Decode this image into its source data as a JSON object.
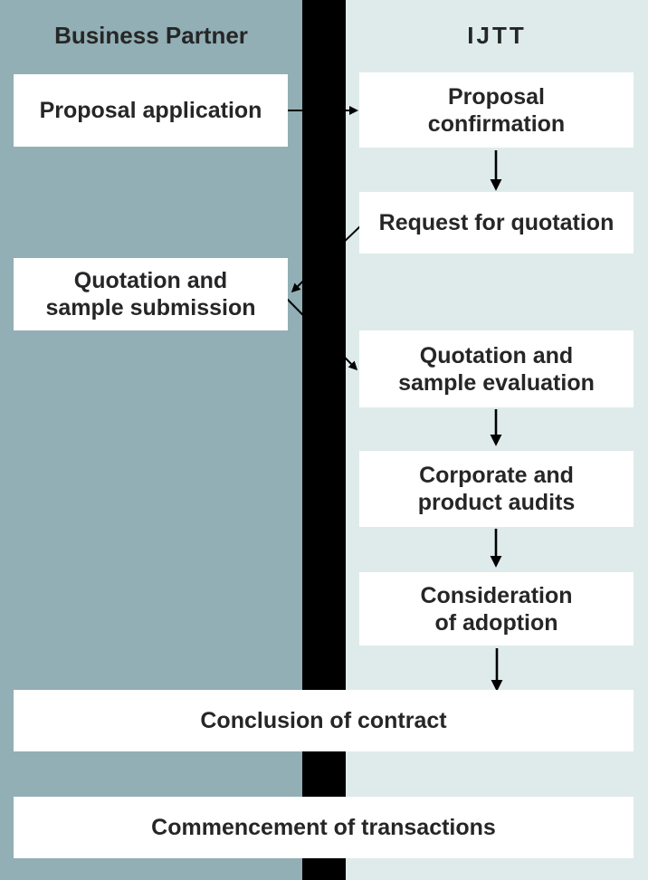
{
  "colors": {
    "left_bg": "#91AFB5",
    "right_bg": "#DFEBEB",
    "divider": "#000000",
    "box_bg": "#FFFFFF",
    "text": "#262626"
  },
  "header": {
    "left": "Business Partner",
    "right": "IJTT"
  },
  "flow": {
    "boxes": [
      {
        "key": "proposal-application",
        "lane": "business-partner",
        "lines": [
          "Proposal application"
        ]
      },
      {
        "key": "proposal-confirmation",
        "lane": "ijtt",
        "lines": [
          "Proposal",
          "confirmation"
        ]
      },
      {
        "key": "request-for-quotation",
        "lane": "ijtt",
        "lines": [
          "Request for quotation"
        ]
      },
      {
        "key": "quotation-sample-submission",
        "lane": "business-partner",
        "lines": [
          "Quotation and",
          "sample submission"
        ]
      },
      {
        "key": "quotation-sample-evaluation",
        "lane": "ijtt",
        "lines": [
          "Quotation and",
          "sample evaluation"
        ]
      },
      {
        "key": "corporate-product-audits",
        "lane": "ijtt",
        "lines": [
          "Corporate and",
          "product audits"
        ]
      },
      {
        "key": "consideration-of-adoption",
        "lane": "ijtt",
        "lines": [
          "Consideration",
          "of adoption"
        ]
      },
      {
        "key": "conclusion-of-contract",
        "lane": "both",
        "lines": [
          "Conclusion of contract"
        ]
      },
      {
        "key": "commencement-of-transactions",
        "lane": "both",
        "lines": [
          "Commencement of transactions"
        ]
      }
    ],
    "connections": [
      {
        "from": "proposal-application",
        "to": "proposal-confirmation"
      },
      {
        "from": "proposal-confirmation",
        "to": "request-for-quotation"
      },
      {
        "from": "request-for-quotation",
        "to": "quotation-sample-submission"
      },
      {
        "from": "quotation-sample-submission",
        "to": "quotation-sample-evaluation"
      },
      {
        "from": "quotation-sample-evaluation",
        "to": "corporate-product-audits"
      },
      {
        "from": "corporate-product-audits",
        "to": "consideration-of-adoption"
      },
      {
        "from": "consideration-of-adoption",
        "to": "conclusion-of-contract"
      }
    ]
  }
}
